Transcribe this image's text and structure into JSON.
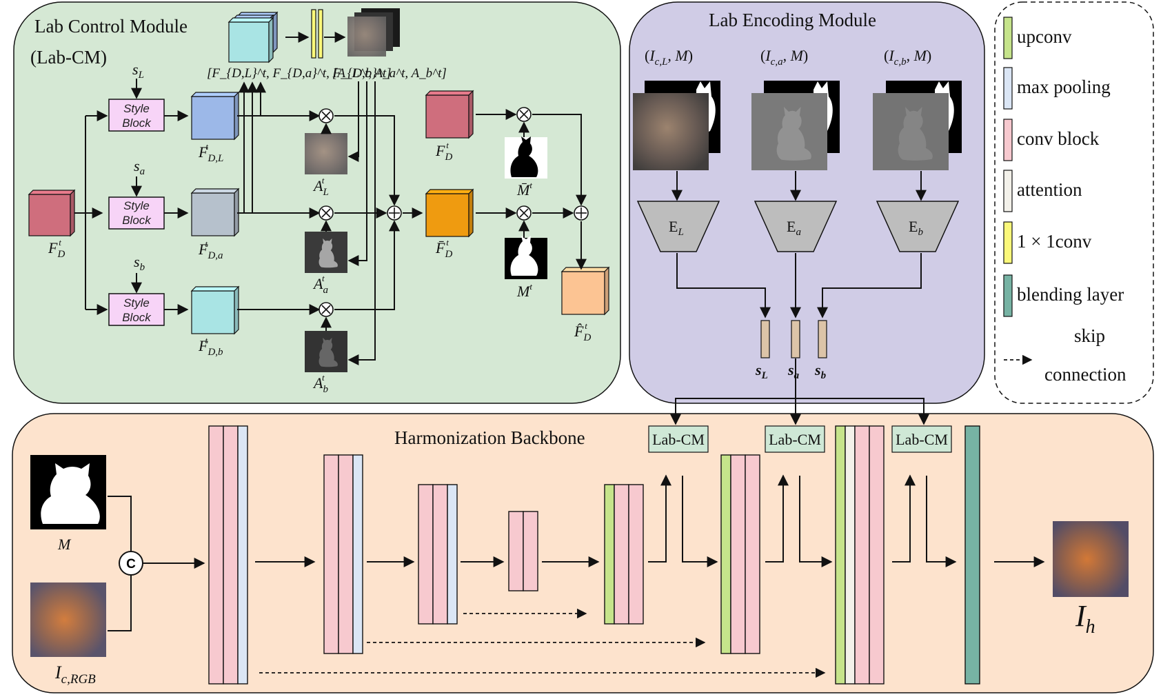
{
  "titles": {
    "control_module_line1": "Lab Control Module",
    "control_module_line2": "(Lab-CM)",
    "encoding_module": "Lab Encoding Module",
    "backbone": "Harmonization Backbone"
  },
  "control_module": {
    "input": "F_D^t",
    "style_inputs": [
      "s_L",
      "s_a",
      "s_b"
    ],
    "style_block": [
      "Style",
      "Block"
    ],
    "branch_features": [
      "F_{D,L}^t",
      "F_{D,a}^t",
      "F_{D,b}^t"
    ],
    "concat_features": "[F_{D,L}^t, F_{D,a}^t, F_{D,b}^t]",
    "attention_maps": "[A_L^t, A_a^t, A_b^t]",
    "attention_labels": [
      "A_L^t",
      "A_a^t",
      "A_b^t"
    ],
    "fused_feature": "F̄_D^t",
    "original_feature": "F_D^t",
    "inverse_mask": "M̄^t",
    "mask": "M^t",
    "output": "F̂_D^t"
  },
  "encoding_module": {
    "inputs": [
      "(I_{c,L}, M)",
      "(I_{c,a}, M)",
      "(I_{c,b}, M)"
    ],
    "encoders": [
      "E_L",
      "E_a",
      "E_b"
    ],
    "outputs": [
      "s_L",
      "s_a",
      "s_b"
    ]
  },
  "backbone": {
    "mask_label": "M",
    "image_label": "I_{c,RGB}",
    "concat_symbol": "C",
    "cm_label": "Lab-CM",
    "output_label": "I_h"
  },
  "legend": {
    "items": [
      {
        "label": "upconv",
        "color": "#c6e48b"
      },
      {
        "label": "max pooling",
        "color": "#dbe6f5"
      },
      {
        "label": "conv block",
        "color": "#f7c9cf"
      },
      {
        "label": "attention",
        "color": "#f3f1ea"
      },
      {
        "label": "1 × 1conv",
        "color": "#fbf87a"
      },
      {
        "label": "blending layer",
        "color": "#77b3a4"
      }
    ],
    "skip_line1": "skip",
    "skip_line2": "connection"
  },
  "colors": {
    "control_bg": "#d5e8d4",
    "encoding_bg": "#d0cce6",
    "backbone_bg": "#fde3cd",
    "feature_red": "#cf6e7d",
    "feature_blue": "#9cb8e8",
    "feature_gray": "#b6c1cc",
    "feature_cyan": "#a9e4e4",
    "feature_orange": "#ef9b10",
    "feature_peach": "#fcc493",
    "style_block": "#f7d4f7",
    "vector": "#dcc4a8",
    "cm_box": "#cfe8d6"
  }
}
